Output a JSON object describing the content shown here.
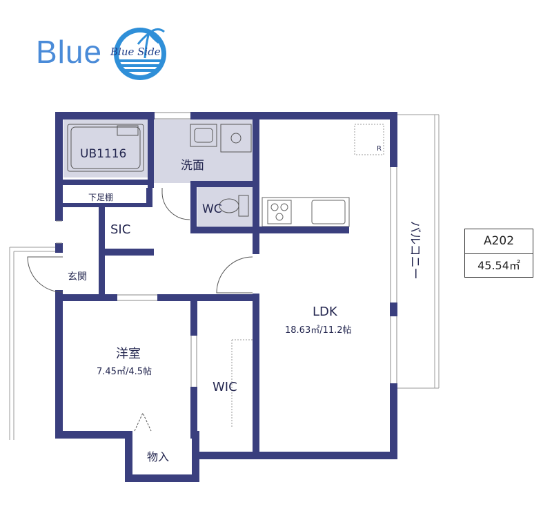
{
  "brand": {
    "name": "Blue",
    "logo_script": "Blue Side"
  },
  "unit": {
    "number": "A202",
    "area": "45.54㎡"
  },
  "rooms": {
    "bath": "UB1116",
    "washroom": "洗面",
    "shelf": "下足棚",
    "wc": "WC",
    "sic": "SIC",
    "entrance": "玄関",
    "ldk": {
      "name": "LDK",
      "area": "18.63㎡/11.2帖"
    },
    "western_room": {
      "name": "洋室",
      "area": "7.45㎡/4.5帖"
    },
    "wic": "WIC",
    "storage": "物入",
    "balcony": "バルコニー",
    "fridge_mark": "R"
  },
  "colors": {
    "wall": "#3a3f7e",
    "wet_area": "#d6d7e4",
    "brand": "#4a8bd8",
    "line": "#999999"
  }
}
